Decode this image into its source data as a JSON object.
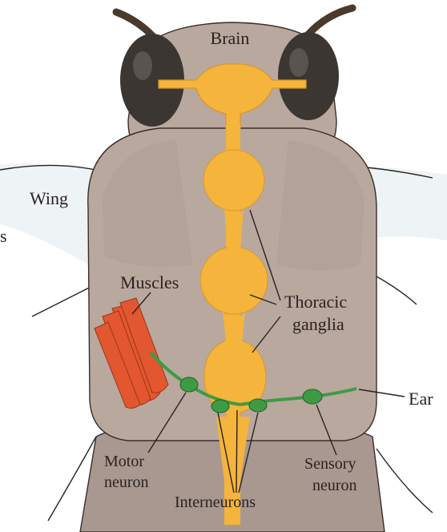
{
  "labels": {
    "brain": "Brain",
    "wing": "Wing",
    "muscles": "Muscles",
    "thoracic_line1": "Thoracic",
    "thoracic_line2": "ganglia",
    "ear": "Ear",
    "motor_line1": "Motor",
    "motor_line2": "neuron",
    "sensory_line1": "Sensory",
    "sensory_line2": "neuron",
    "interneurons": "Interneurons",
    "edge_fragment_left": "s"
  },
  "colors": {
    "body": "#b9a89e",
    "body_dark": "#a18f86",
    "eye": "#3b3632",
    "nerve": "#f5b43b",
    "nerve_dark": "#d9962a",
    "muscle": "#e2572f",
    "neuron": "#3f9a45",
    "antenna": "#4a3a2c"
  }
}
